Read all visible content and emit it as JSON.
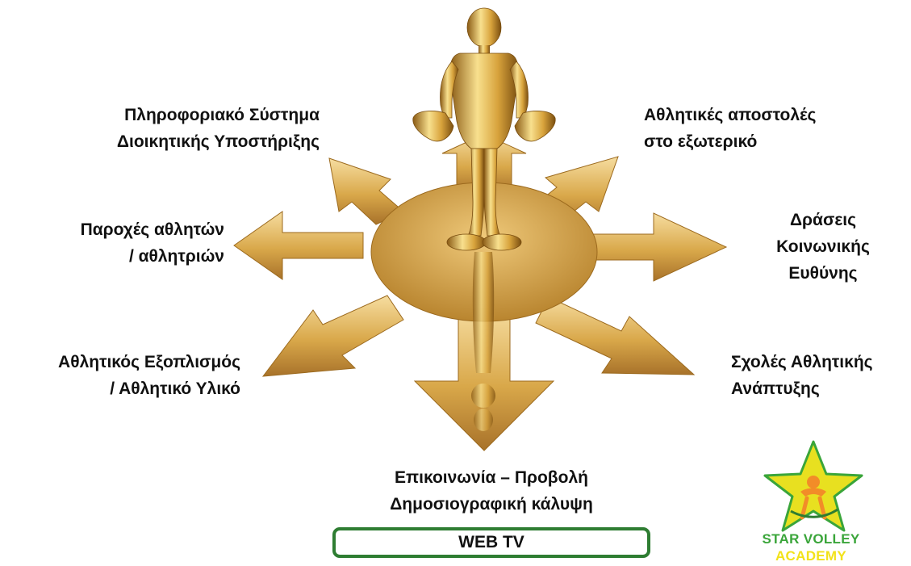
{
  "labels": {
    "top_left": [
      "Πληροφοριακό Σύστημα",
      "Διοικητικής Υποστήριξης"
    ],
    "top_right": [
      "Αθλητικές αποστολές",
      "στο εξωτερικό"
    ],
    "mid_left": [
      "Παροχές αθλητών",
      "/  αθλητριών"
    ],
    "mid_right": [
      "Δράσεις",
      "Κοινωνικής",
      "Ευθύνης"
    ],
    "low_left": [
      "Αθλητικός Εξοπλισμός",
      "/ Αθλητικό Υλικό"
    ],
    "low_right": [
      "Σχολές Αθλητικής",
      "Ανάπτυξης"
    ],
    "bottom": [
      "Επικοινωνία – Προβολή",
      "Δημοσιογραφική κάλυψη"
    ]
  },
  "web_tv_label": "WEB TV",
  "logo": {
    "line1": "STAR VOLLEY",
    "line2": "ACADEMY",
    "star_color": "#e8e020",
    "text_color_1": "#3aa53a",
    "text_color_2": "#f2e21a"
  },
  "colors": {
    "gold_light": "#f3d48a",
    "gold_mid": "#d9a84a",
    "gold_dark": "#9c6a1e",
    "web_tv_border": "#2e7d32"
  },
  "icons": {
    "figure": "golden-person-figure-icon",
    "arrows": "compass-arrows-icon"
  }
}
